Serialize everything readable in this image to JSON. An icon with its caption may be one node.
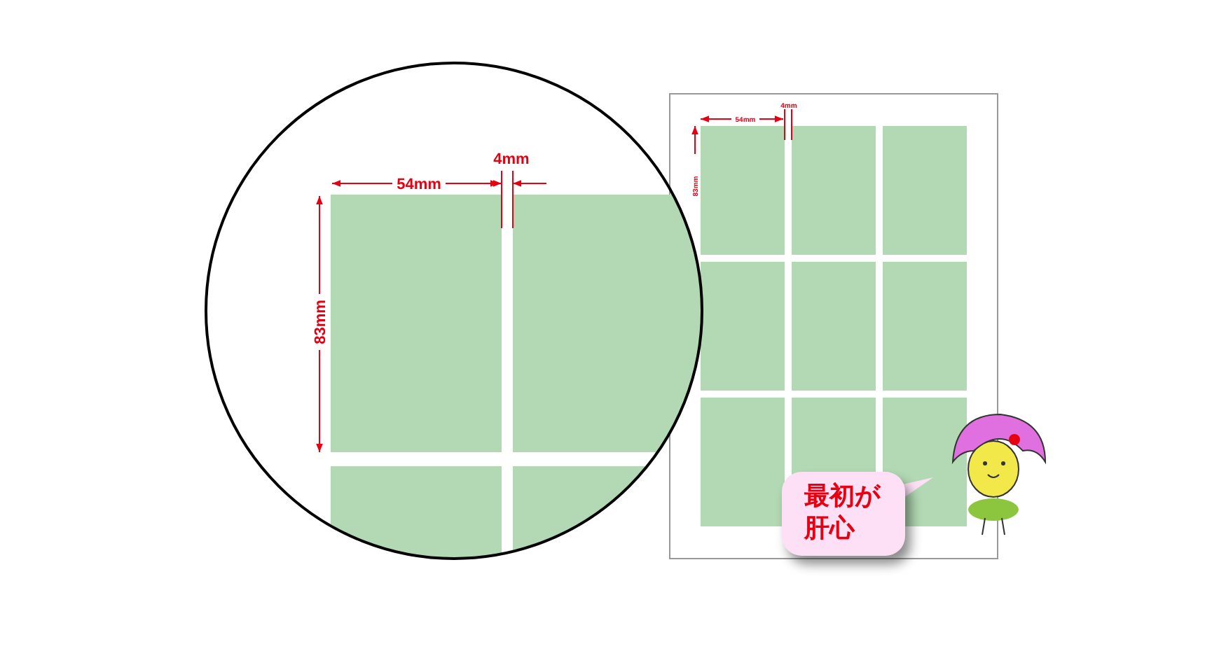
{
  "diagram": {
    "nodes": [
      {
        "text": [
          "最初が肝心"
        ]
      }
    ],
    "labels": [
      "54mm",
      "4mm",
      "83mm",
      "54mm",
      "4mm",
      "83mm"
    ]
  }
}
